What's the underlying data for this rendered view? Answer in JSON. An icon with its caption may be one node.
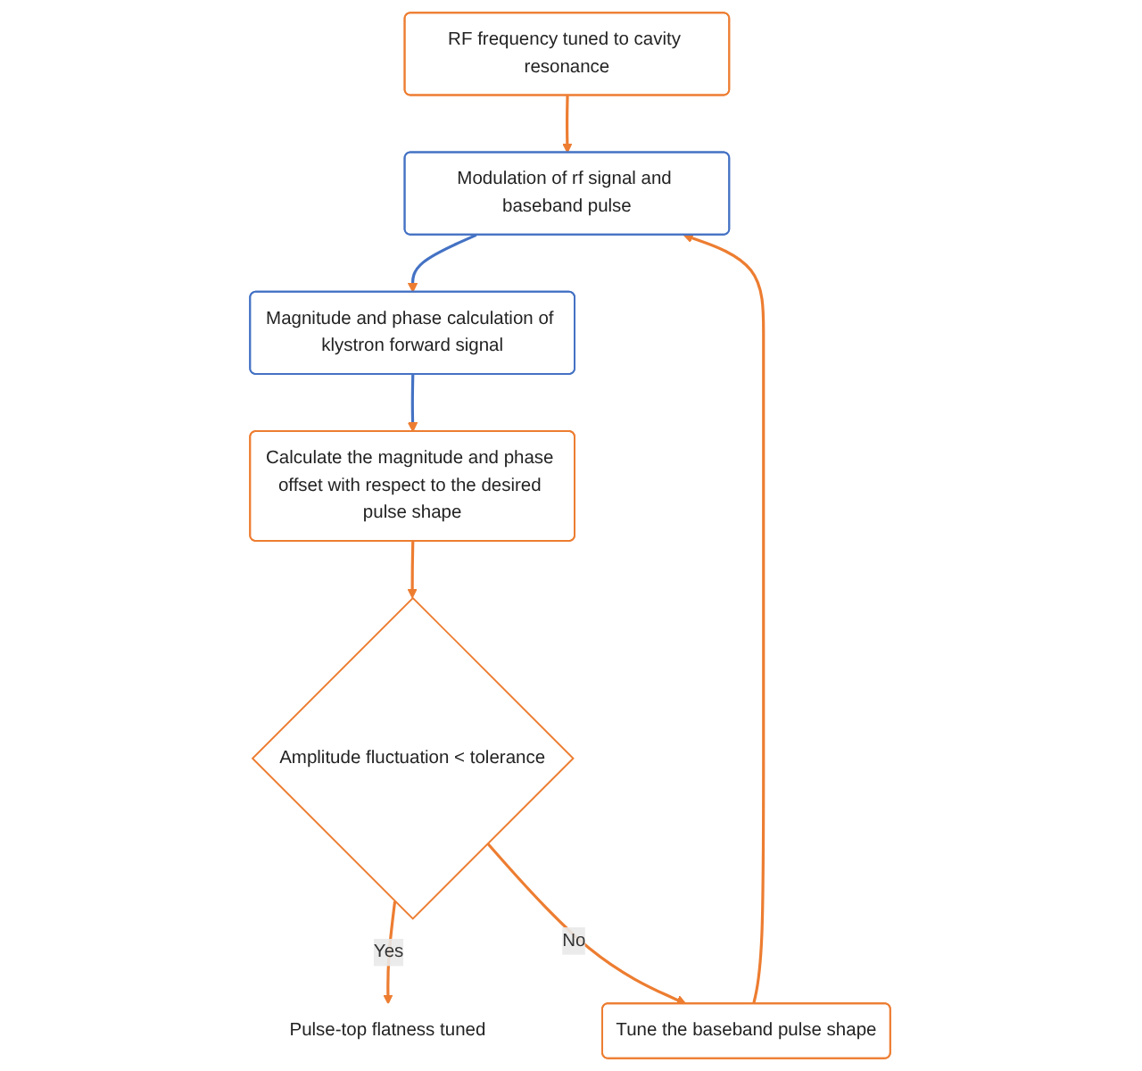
{
  "diagram": {
    "nodes": [
      {
        "text": [
          "RF frequency tuned to cavity resonance"
        ]
      },
      {
        "text": [
          "Modulation of rf signal and baseband pulse"
        ]
      },
      {
        "text": [
          "Magnitude and phase calculation of klystron forward signal"
        ]
      },
      {
        "text": [
          "Calculate the magnitude and phase offset with respect to the desired pulse shape"
        ]
      },
      {
        "text": [
          "Amplitude fluctuation < tolerance"
        ]
      },
      {
        "text": [
          "Pulse-top flatness tuned"
        ]
      },
      {
        "text": [
          "Tune the baseband pulse shape"
        ]
      }
    ],
    "edges": [
      {
        "from": 0,
        "to": 1,
        "arrow": "to"
      },
      {
        "from": 1,
        "to": 2,
        "arrow": "to",
        "color": "#4472c4"
      },
      {
        "from": 2,
        "to": 3,
        "arrow": "to",
        "color": "#4472c4"
      },
      {
        "from": 3,
        "to": 4,
        "arrow": "to"
      },
      {
        "from": 4,
        "to": 5,
        "arrow": "to",
        "label": "Yes"
      },
      {
        "from": 4,
        "to": 6,
        "arrow": "to",
        "label": "No"
      },
      {
        "from": 6,
        "to": 1,
        "arrow": "to"
      }
    ]
  }
}
